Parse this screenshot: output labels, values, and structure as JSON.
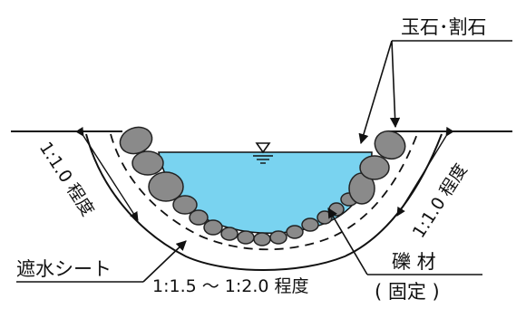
{
  "labels": {
    "stone_label": "玉石･割石",
    "slope_left": "1:1.0 程度",
    "slope_right": "1:1.0 程度",
    "sheet_label": "遮水シート",
    "bottom_slope": "1:1.5 ～ 1:2.0 程度",
    "gravel_label": "礫 材",
    "gravel_sub": "( 固定 )"
  },
  "colors": {
    "water": "#79d3f0",
    "stone_fill": "#8a8a8a",
    "stone_stroke": "#222222",
    "line": "#111111"
  },
  "icons": {
    "water_level": "water-level-triangle-icon"
  }
}
